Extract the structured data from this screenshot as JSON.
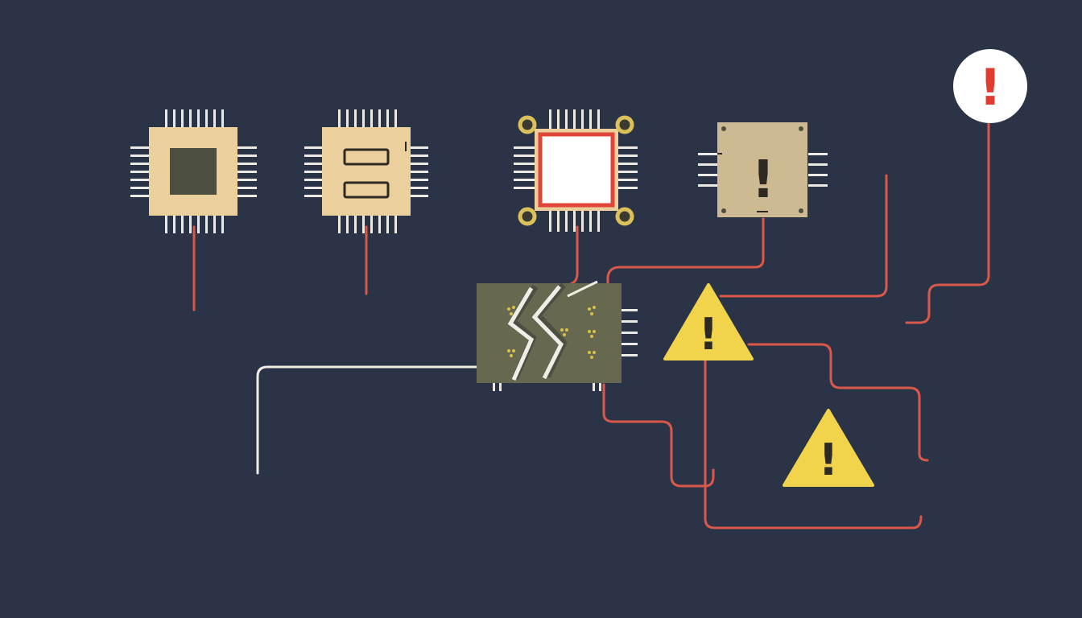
{
  "scene": {
    "background": "#2b3447",
    "colors": {
      "trace_red": "#d9584a",
      "trace_white": "#f0ede6",
      "pin": "#eceae4",
      "chip_beige": "#ebcf9c",
      "chip_khaki": "#cdb992",
      "chip_dark": "#66684f",
      "die_dark": "#4d4f40",
      "die_white": "#ffffff",
      "frame_red": "#e0453a",
      "pad_gold": "#dcc05a",
      "pad_hole": "#3a3a32",
      "warning_yellow": "#f2d34c",
      "exclaim_dark": "#2d2a24",
      "alert_red": "#e03c30",
      "alert_bg": "#ffffff",
      "dot_yellow": "#d9c24a"
    }
  },
  "components": [
    {
      "name": "chip-dark-die",
      "icon": "microchip-icon"
    },
    {
      "name": "chip-dual-slot",
      "icon": "microchip-icon"
    },
    {
      "name": "chip-highlighted",
      "icon": "microchip-icon"
    },
    {
      "name": "chip-warning",
      "icon": "warning-chip-icon",
      "glyph": "!"
    },
    {
      "name": "fractured-module",
      "icon": "broken-chip-icon"
    },
    {
      "name": "warning-triangle-upper",
      "icon": "warning-triangle-icon",
      "glyph": "!"
    },
    {
      "name": "warning-triangle-lower",
      "icon": "warning-triangle-icon",
      "glyph": "!"
    },
    {
      "name": "alert-badge",
      "icon": "alert-circle-icon",
      "glyph": "!"
    }
  ]
}
